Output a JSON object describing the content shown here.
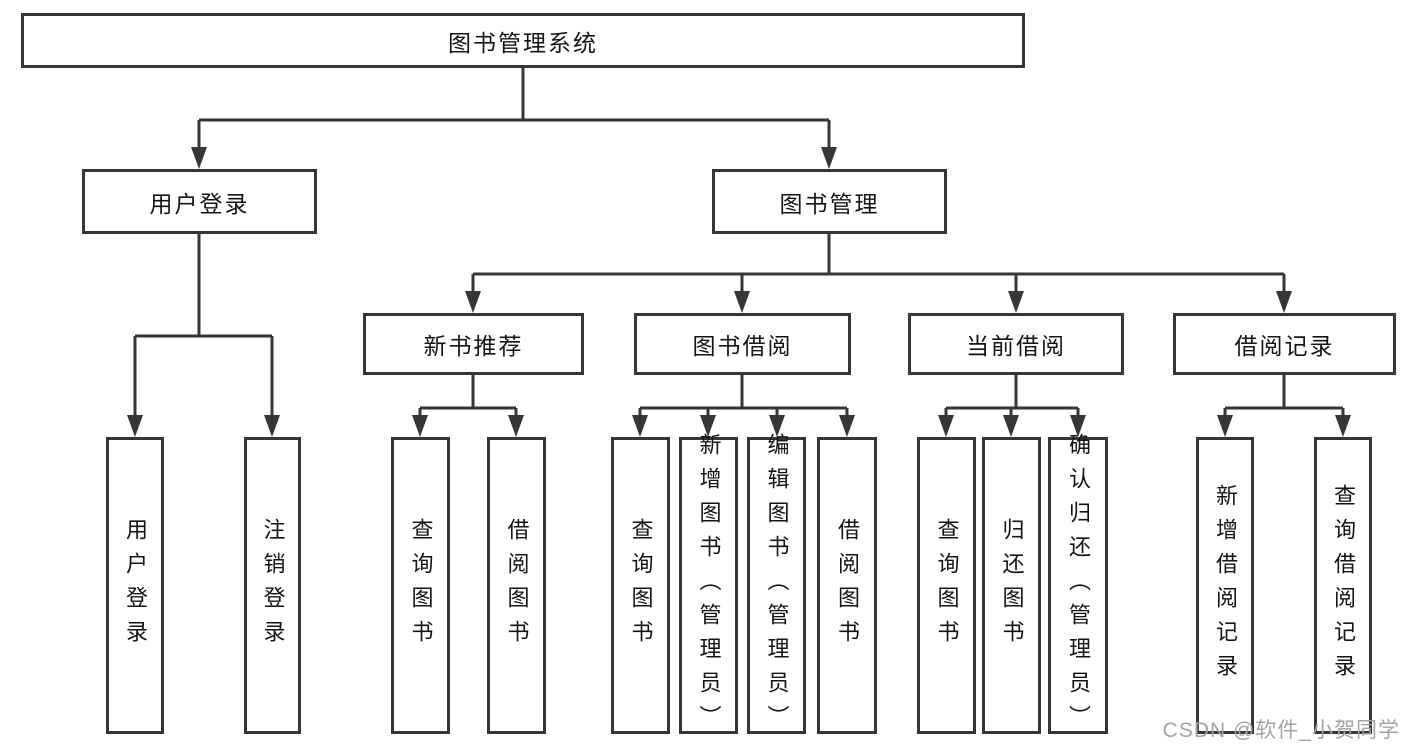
{
  "title": "图书管理系统",
  "level2": {
    "user_login": "用户登录",
    "book_mgmt": "图书管理"
  },
  "level3": {
    "new_books": "新书推荐",
    "borrowing": "图书借阅",
    "current": "当前借阅",
    "records": "借阅记录"
  },
  "leaves": {
    "user_login": [
      "用户登录",
      "注销登录"
    ],
    "new_books": [
      "查询图书",
      "借阅图书"
    ],
    "borrowing": [
      "查询图书",
      "新增图书（管理员）",
      "编辑图书（管理员）",
      "借阅图书"
    ],
    "current": [
      "查询图书",
      "归还图书",
      "确认归还（管理员）"
    ],
    "records": [
      "新增借阅记录",
      "查询借阅记录"
    ]
  },
  "watermark": {
    "text": "CSDN @软件_小贺同学"
  },
  "colors": {
    "line": "#363636",
    "box_border": "#363636",
    "text": "#141414",
    "watermark": "#a3a3a3",
    "background": "#ffffff"
  }
}
